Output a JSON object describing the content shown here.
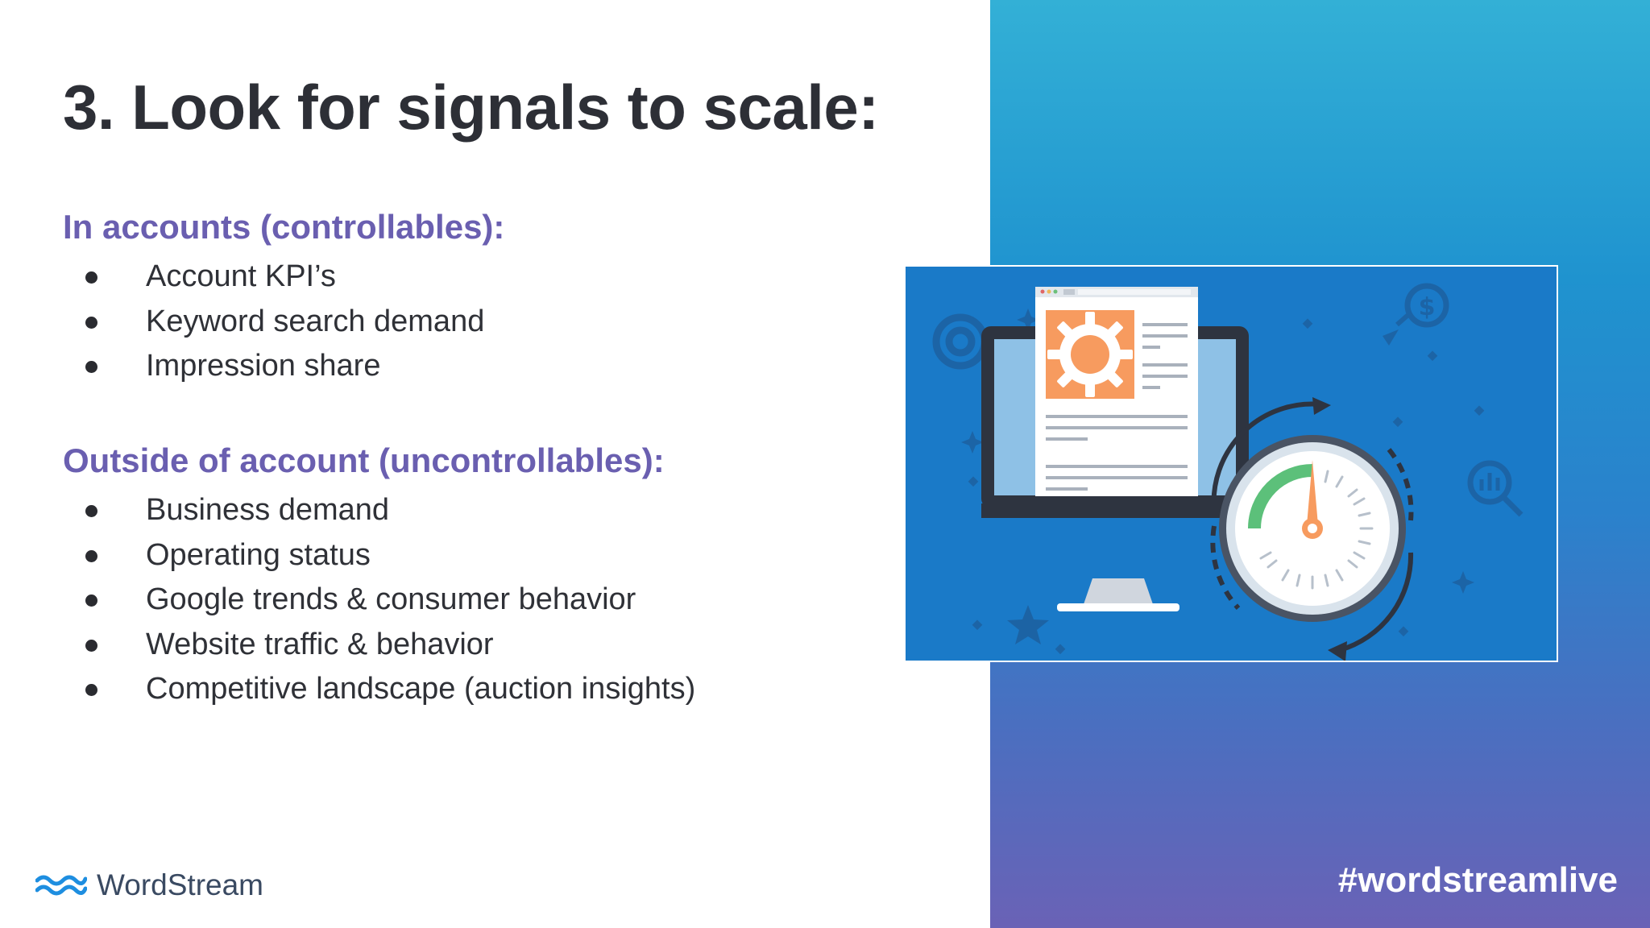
{
  "slide": {
    "title": "3. Look for signals to scale:",
    "sections": [
      {
        "heading": "In accounts (controllables):",
        "items": [
          "Account KPI’s",
          "Keyword search demand",
          "Impression share"
        ]
      },
      {
        "heading": "Outside of account (uncontrollables):",
        "items": [
          "Business demand",
          "Operating status",
          "Google trends & consumer behavior",
          "Website traffic & behavior",
          "Competitive landscape (auction insights)"
        ]
      }
    ]
  },
  "footer": {
    "brand_name": "WordStream",
    "hashtag": "#wordstreamlive"
  },
  "colors": {
    "title": "#2d2f36",
    "heading_accent": "#6a5fb0",
    "illustration_bg": "#1a7ac8",
    "gear_orange": "#f79b5f",
    "gauge_green": "#5cc07a"
  },
  "icons": [
    "wordstream-logo-icon",
    "gear-icon",
    "speedometer-icon",
    "monitor-icon",
    "dollar-coin-icon",
    "chart-magnifier-icon",
    "star-icon",
    "target-icon"
  ]
}
